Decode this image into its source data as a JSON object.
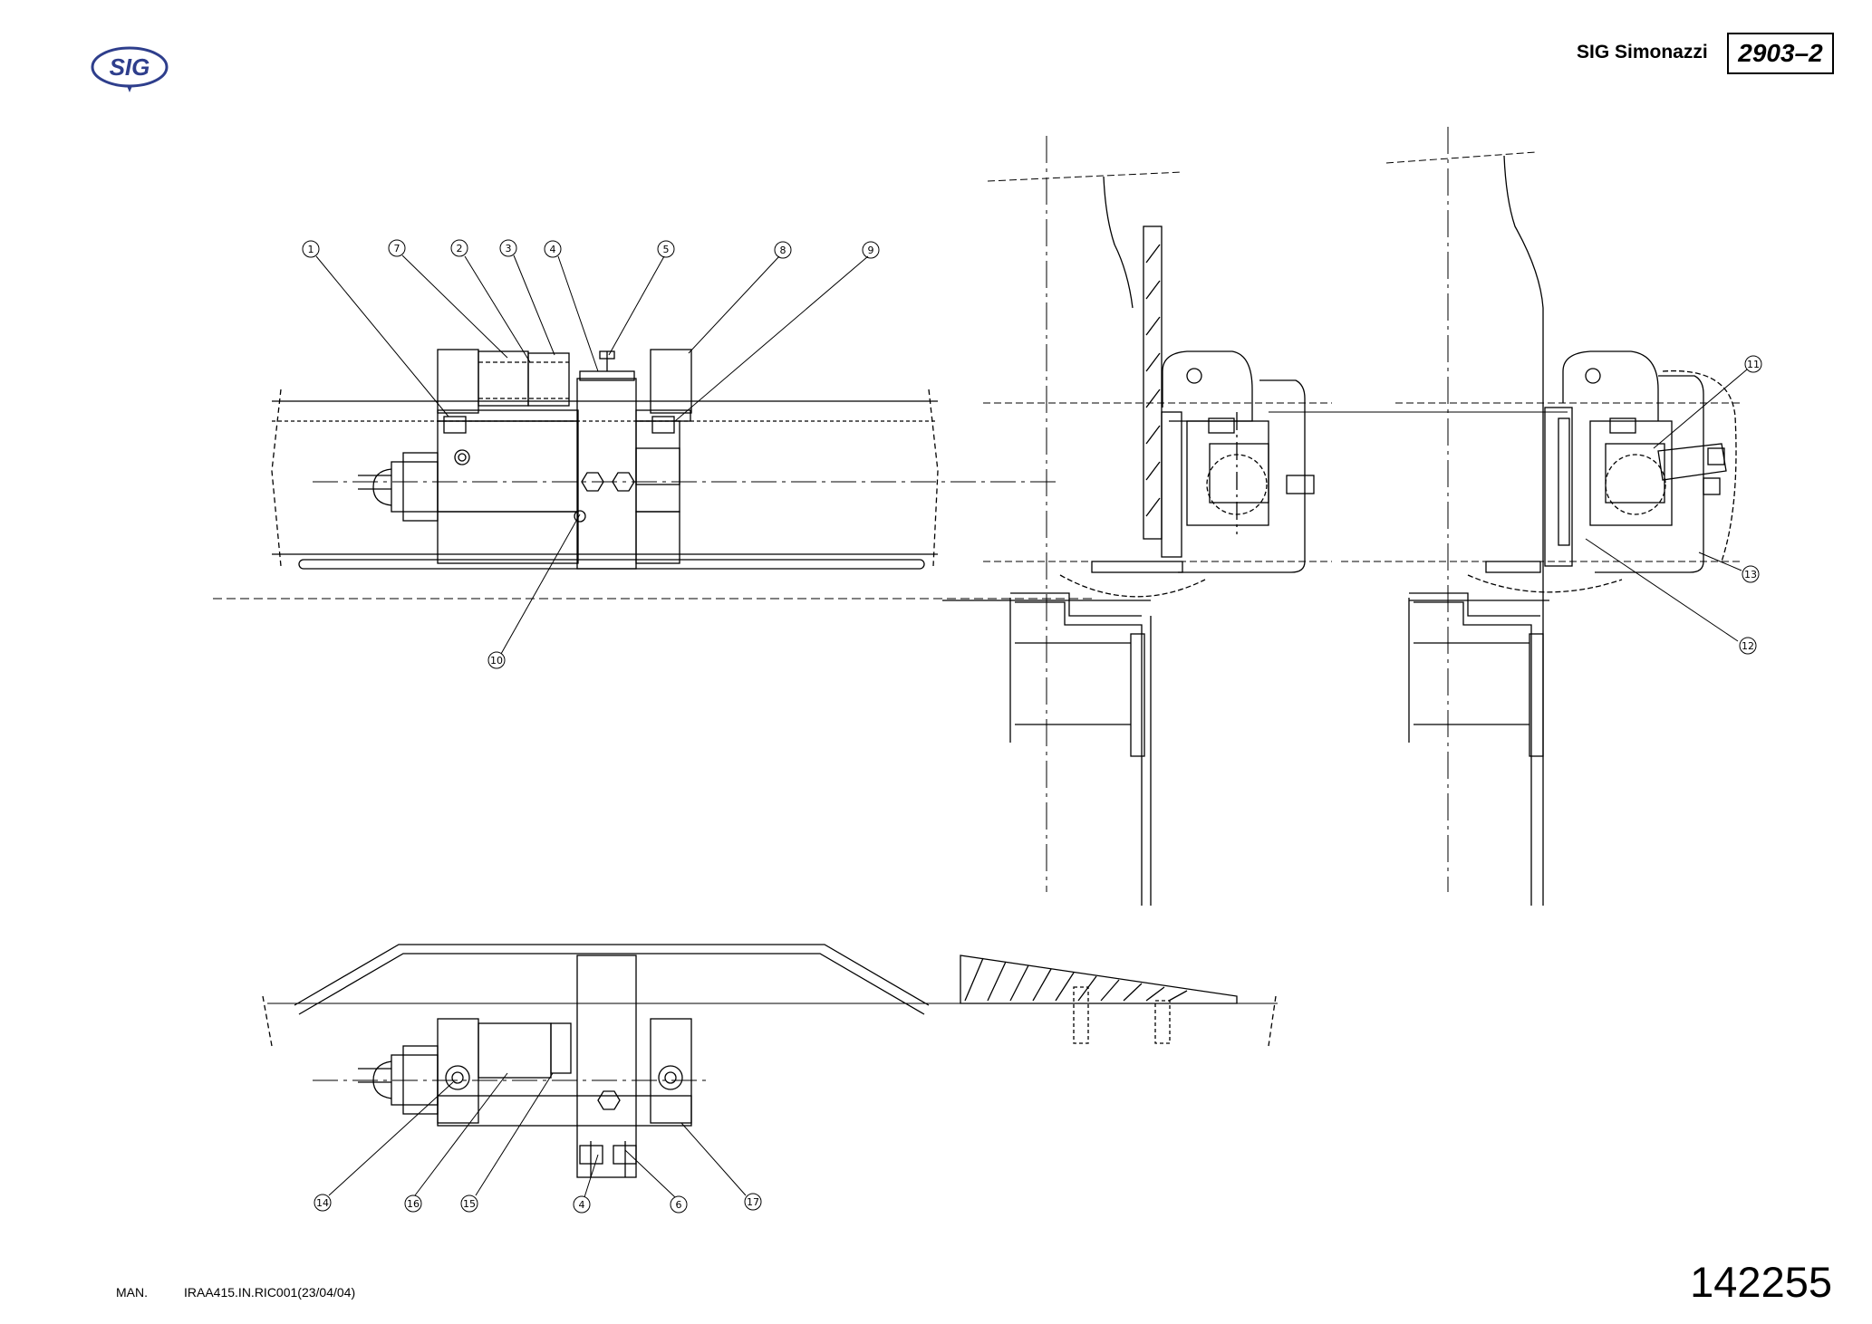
{
  "header": {
    "brand": "SIG Simonazzi",
    "doc_code": "2903–2",
    "logo_text": "SIG"
  },
  "callouts": [
    "1",
    "7",
    "2",
    "3",
    "4",
    "5",
    "8",
    "9",
    "10",
    "11",
    "13",
    "12",
    "14",
    "16",
    "15",
    "4",
    "6",
    "17"
  ],
  "footer": {
    "man_label": "MAN.",
    "reference": "IRAA415.IN.RIC001(23/04/04)",
    "page_number": "142255"
  },
  "colors": {
    "logo": "#2e3e8c",
    "ink": "#000000"
  }
}
